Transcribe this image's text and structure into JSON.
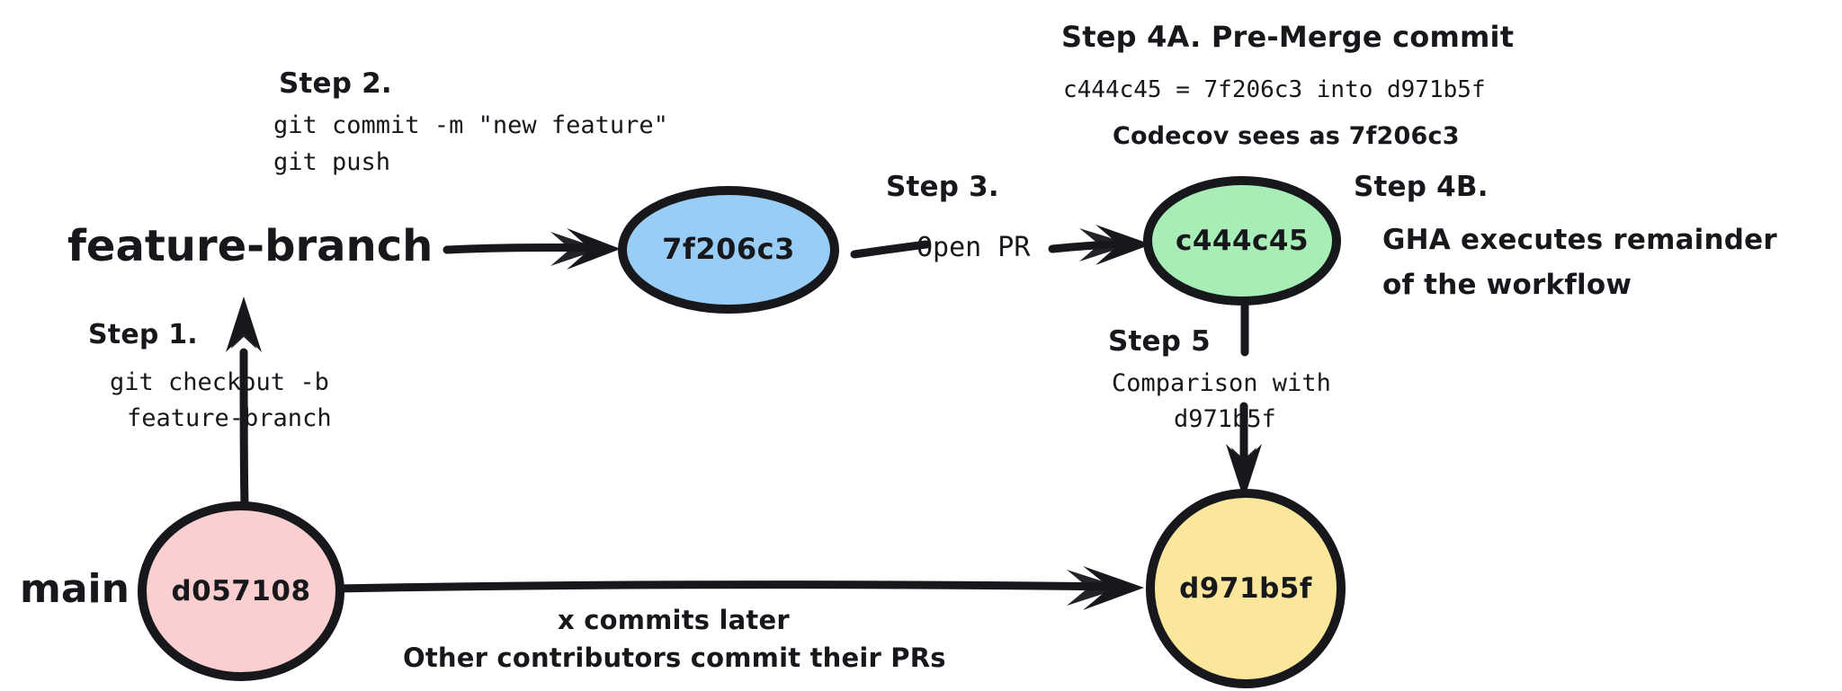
{
  "diagram": {
    "title": "Codecov pull-request commit flow",
    "background_color": "#ffffff",
    "ink_color": "#16181c"
  },
  "branches": {
    "feature_label": "feature-branch",
    "main_label": "main"
  },
  "nodes": [
    {
      "id": "feature-commit",
      "label": "7f206c3",
      "fill": "#9ACDF5",
      "shape": "ellipse"
    },
    {
      "id": "merge-commit",
      "label": "c444c45",
      "fill": "#A8EDB6",
      "shape": "ellipse"
    },
    {
      "id": "base-commit",
      "label": "d057108",
      "fill": "#FBCFCF",
      "shape": "ellipse"
    },
    {
      "id": "head-main-commit",
      "label": "d971b5f",
      "fill": "#FBE79B",
      "shape": "circle"
    }
  ],
  "annotations": {
    "step1": {
      "heading": "Step 1.",
      "line1": "git checkout -b",
      "line2": "feature-branch"
    },
    "step2": {
      "heading": "Step 2.",
      "line1": "git commit -m \"new feature\"",
      "line2": "git push"
    },
    "step3": {
      "heading": "Step 3.",
      "line1": "Open PR"
    },
    "step4a": {
      "heading": "Step 4A. Pre-Merge commit",
      "line1": "c444c45 = 7f206c3 into d971b5f",
      "line2": "Codecov sees as 7f206c3"
    },
    "step4b": {
      "heading": "Step 4B.",
      "line1": "GHA executes remainder",
      "line2": "of the workflow"
    },
    "step5": {
      "heading": "Step 5",
      "line1": "Comparison with",
      "line2": "d971b5f"
    },
    "main_progress": {
      "line1": "x commits later",
      "line2": "Other contributors commit their PRs"
    }
  }
}
